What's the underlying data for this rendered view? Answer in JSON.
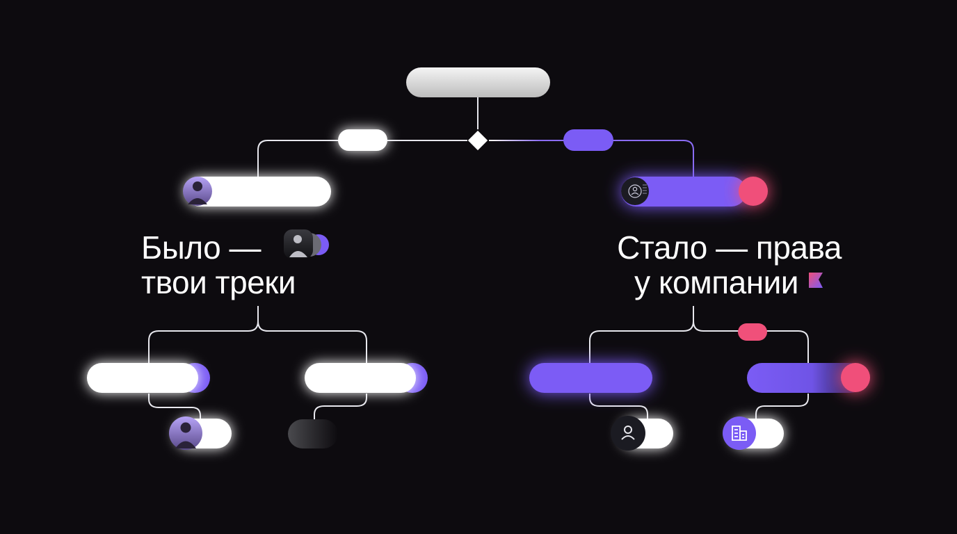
{
  "headlines": {
    "before": {
      "line1": "Было —",
      "line2": "твои треки"
    },
    "after": {
      "line1": "Стало — права",
      "line2": "у компании"
    }
  },
  "colors": {
    "background": "#0d0b0f",
    "white": "#ffffff",
    "purple": "#7b5cf5",
    "pink": "#f0507a",
    "connector": "#e8e8ee"
  },
  "icons": {
    "before_avatar": "person-photo-icon",
    "after_avatar": "person-icon",
    "company": "building-icon",
    "decision": "diamond-icon",
    "document": "document-icon",
    "flag": "flag-icon"
  }
}
